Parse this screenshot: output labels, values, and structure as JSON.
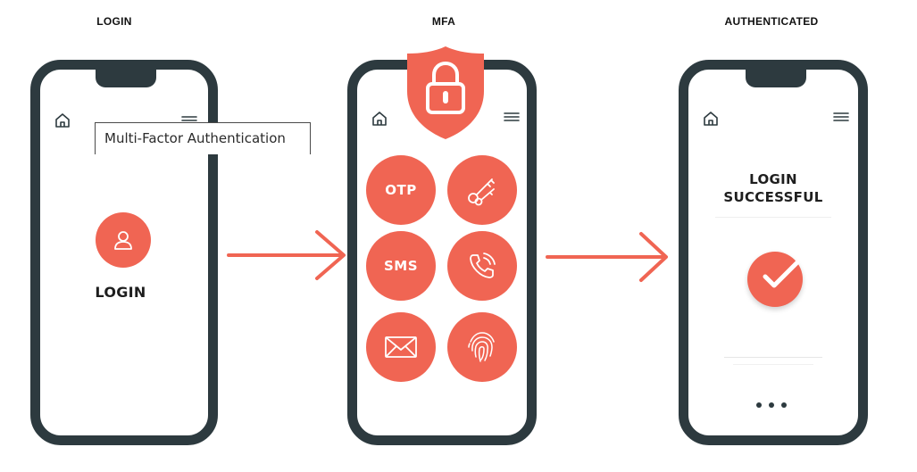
{
  "steps": [
    {
      "title": "LOGIN"
    },
    {
      "title": "MFA"
    },
    {
      "title": "AUTHENTICATED"
    }
  ],
  "login_screen": {
    "tooltip": "Multi-Factor Authentication",
    "label": "LOGIN",
    "icon": "user-icon"
  },
  "mfa_screen": {
    "badge_icon": "lock-shield-icon",
    "options": [
      {
        "label": "OTP",
        "icon": null
      },
      {
        "label": "",
        "icon": "keys-icon"
      },
      {
        "label": "SMS",
        "icon": null
      },
      {
        "label": "",
        "icon": "phone-call-icon"
      },
      {
        "label": "",
        "icon": "envelope-icon"
      },
      {
        "label": "",
        "icon": "fingerprint-icon"
      }
    ]
  },
  "success_screen": {
    "line1": "LOGIN",
    "line2": "SUCCESSFUL",
    "icon": "checkmark-icon"
  },
  "colors": {
    "accent": "#f06553",
    "frame": "#2d3a3f",
    "text": "#1e1e1e"
  }
}
